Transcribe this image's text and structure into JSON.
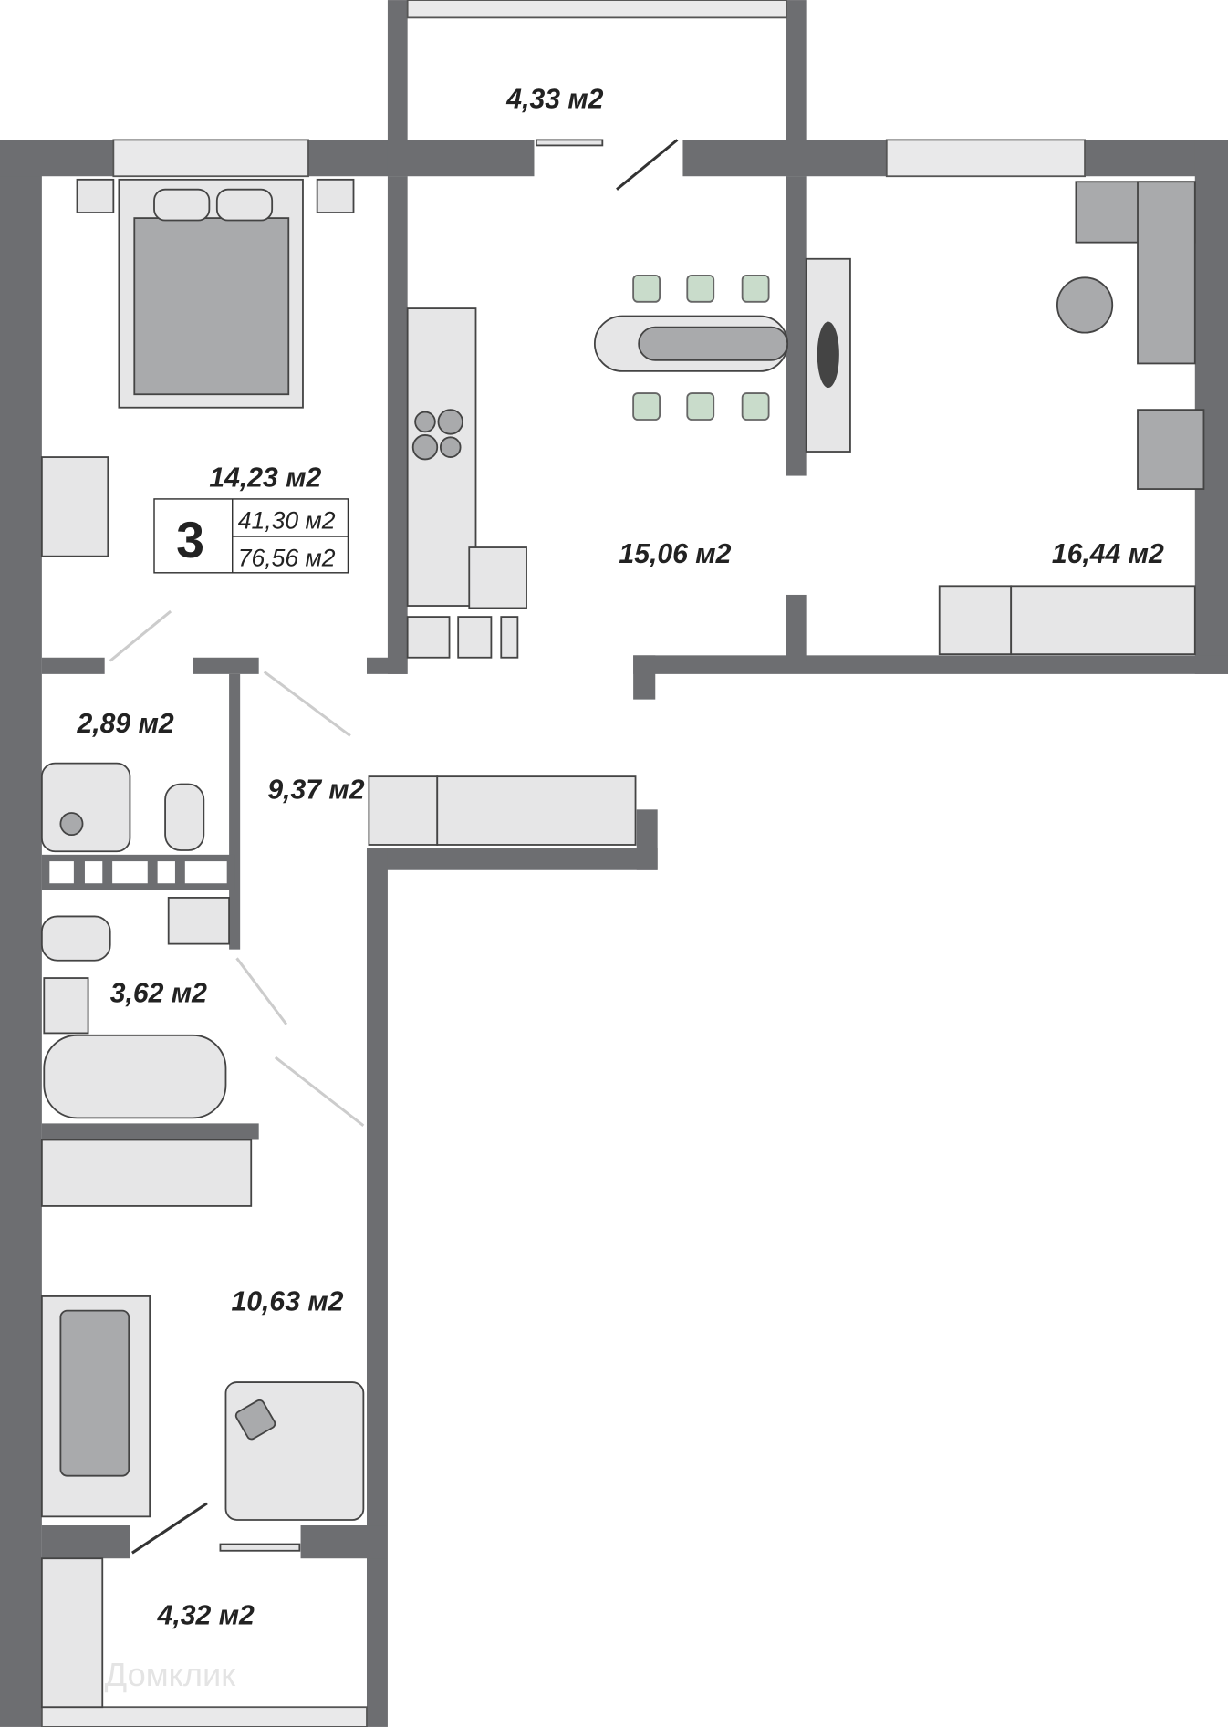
{
  "rooms": {
    "balcony_top": "4,33 м2",
    "bedroom": "14,23 м2",
    "kitchen": "15,06 м2",
    "living": "16,44 м2",
    "toilet": "2,89 м2",
    "hall": "9,37 м2",
    "bathroom": "3,62 м2",
    "bedroom2": "10,63 м2",
    "balcony_bottom": "4,32 м2"
  },
  "summary": {
    "room_count": "3",
    "living_area": "41,30 м2",
    "total_area": "76,56 м2"
  },
  "watermark": "Домклик",
  "colors": {
    "wall": "#6d6e71",
    "chair": "#c9dccb"
  }
}
